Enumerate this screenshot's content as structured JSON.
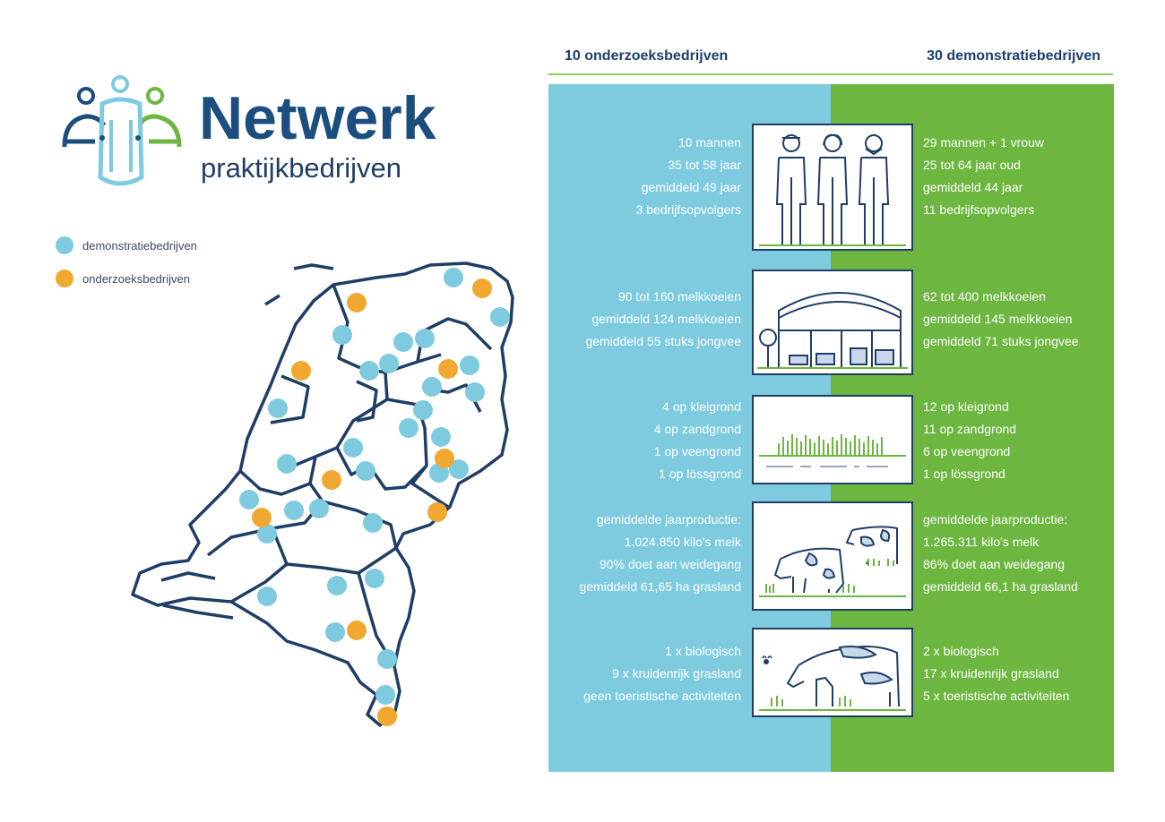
{
  "logo": {
    "title": "Netwerk",
    "subtitle": "praktijkbedrijven"
  },
  "legend": [
    {
      "label": "demonstratiebedrijven",
      "color": "#7ecbe0"
    },
    {
      "label": "onderzoeksbedrijven",
      "color": "#f0a830"
    }
  ],
  "header": {
    "left": "10 onderzoeksbedrijven",
    "right": "30 demonstratiebedrijven"
  },
  "colors": {
    "blue_panel": "#7ecbe0",
    "green_panel": "#6db63f",
    "navy": "#1c3f6e",
    "orange": "#f0a830"
  },
  "rows": [
    {
      "icon": "farmers-icon",
      "left": [
        "10 mannen",
        "35 tot 58 jaar",
        "gemiddeld 49 jaar",
        "3 bedrijfsopvolgers"
      ],
      "right": [
        "29 mannen + 1 vrouw",
        "25 tot 64 jaar oud",
        "gemiddeld 44 jaar",
        "11 bedrijfsopvolgers"
      ]
    },
    {
      "icon": "barn-icon",
      "left": [
        "90 tot 160 melkkoeien",
        "gemiddeld 124 melkkoeien",
        "gemiddeld 55 stuks jongvee"
      ],
      "right": [
        "62 tot 400 melkkoeien",
        "gemiddeld 145 melkkoeien",
        "gemiddeld 71 stuks jongvee"
      ]
    },
    {
      "icon": "soil-icon",
      "left": [
        "4 op kleigrond",
        "4 op zandgrond",
        "1 op veengrond",
        "1 op lössgrond"
      ],
      "right": [
        "12 op kleigrond",
        "11 op zandgrond",
        "6 op veengrond",
        "1 op lössgrond"
      ]
    },
    {
      "icon": "grazing-cows-icon",
      "left": [
        "gemiddelde jaarproductie:",
        "1.024.850 kilo's melk",
        "90% doet aan weidegang",
        "gemiddeld 61,65 ha grasland"
      ],
      "right": [
        "gemiddelde jaarproductie:",
        "1.265.311 kilo's melk",
        "86% doet aan weidegang",
        "gemiddeld 66,1 ha grasland"
      ]
    },
    {
      "icon": "cow-bee-icon",
      "left": [
        "1 x biologisch",
        "9 x kruidenrijk grasland",
        "geen toeristische activiteiten"
      ],
      "right": [
        "2 x biologisch",
        "17 x kruidenrijk grasland",
        "5 x toeristische activiteiten"
      ]
    }
  ]
}
